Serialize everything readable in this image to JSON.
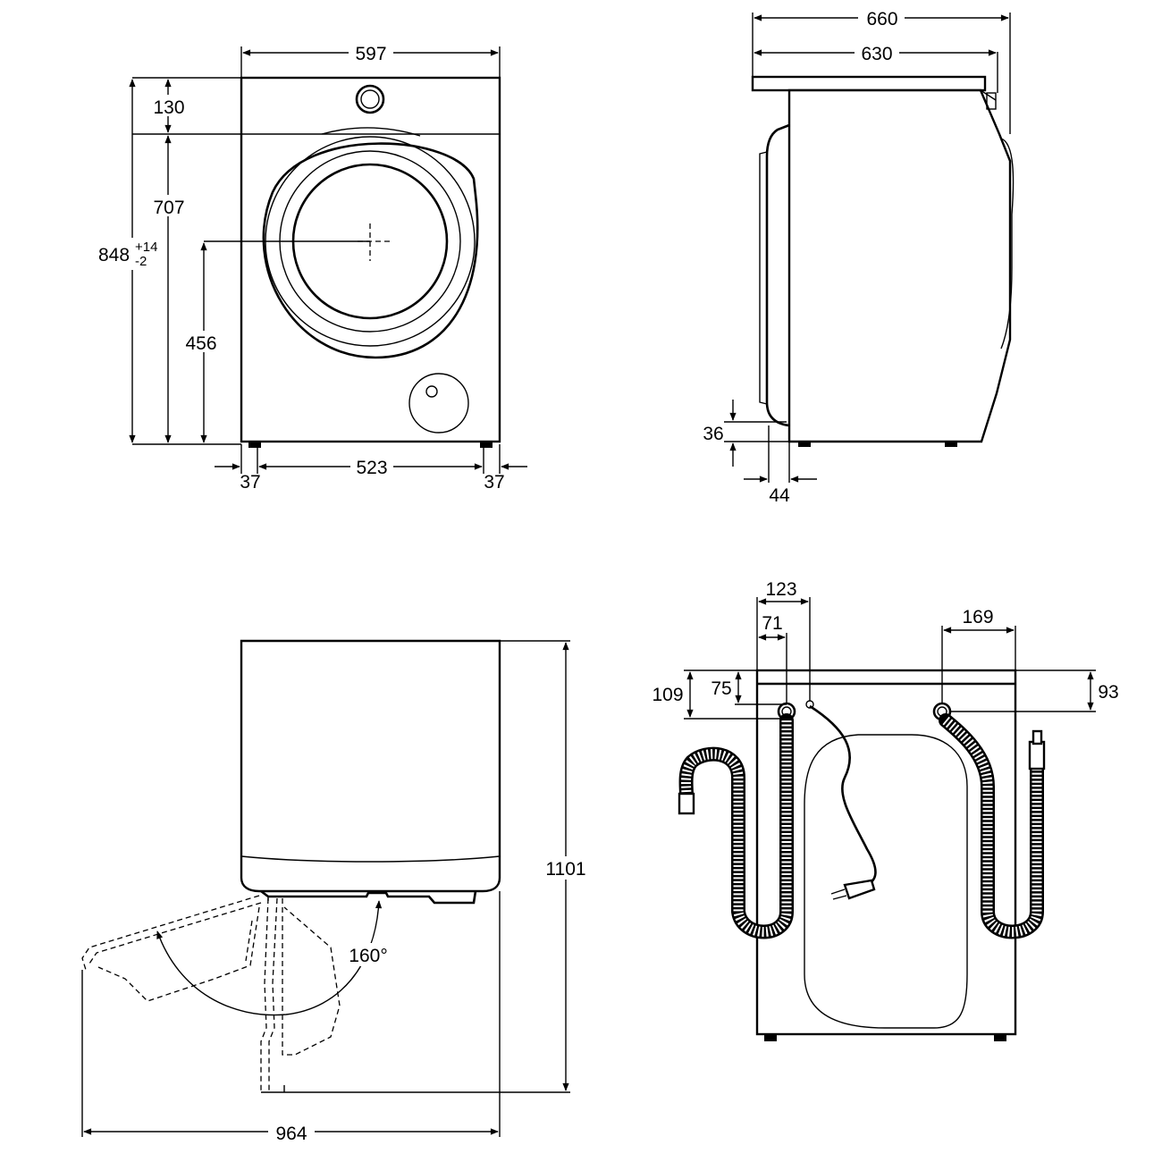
{
  "front_view": {
    "width": "597",
    "top_panel": "130",
    "floor_to_top_panel": "707",
    "height_main": "848",
    "height_tol_plus": "+14",
    "height_tol_minus": "-2",
    "door_center": "456",
    "feet_span": "523",
    "foot_left": "37",
    "foot_right": "37"
  },
  "side_view": {
    "depth_total": "660",
    "depth_body": "630",
    "door_clearance": "36",
    "door_depth": "44"
  },
  "top_view": {
    "door_depth_open": "1101",
    "total_width_open": "964",
    "door_angle": "160°"
  },
  "rear_view": {
    "drain_x": "123",
    "inlet_x": "71",
    "inlet2_x": "169",
    "drain_y": "109",
    "inlet_y": "75",
    "inlet2_y": "93"
  }
}
